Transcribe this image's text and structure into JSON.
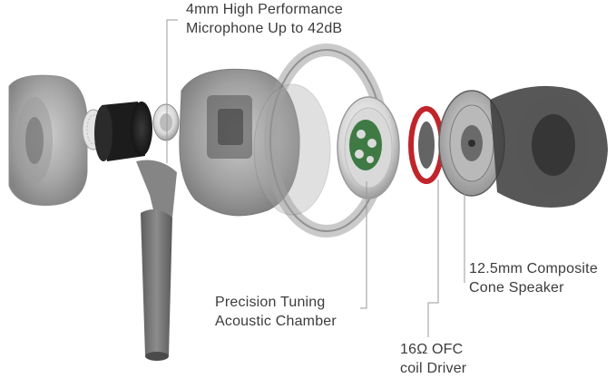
{
  "callouts": {
    "microphone": {
      "line1": "4mm High Performance",
      "line2": "Microphone Up to 42dB"
    },
    "chamber": {
      "line1": "Precision Tuning",
      "line2": "Acoustic Chamber"
    },
    "driver": {
      "line1": "16Ω OFC",
      "line2": "coil Driver"
    },
    "speaker": {
      "line1": "12.5mm Composite",
      "line2": "Cone Speaker"
    }
  },
  "colors": {
    "text": "#3c3c3c",
    "leader_line": "#9a9a9a",
    "shell_gray": "#6f6f6f",
    "filter_green": "#3f7a45",
    "driver_red": "#c0252b"
  }
}
